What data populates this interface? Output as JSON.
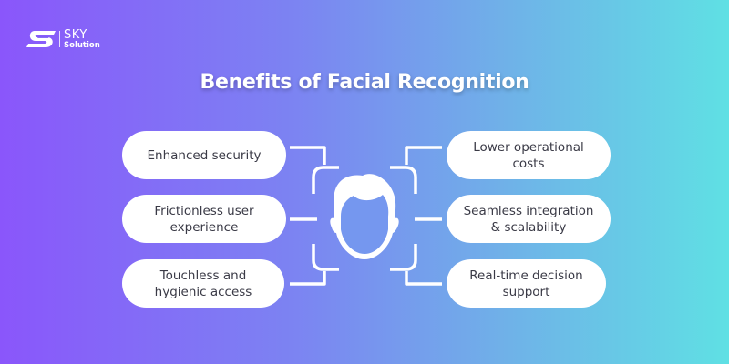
{
  "logo": {
    "brand_top": "SKY",
    "brand_bottom": "Solution",
    "icon": "s-logo-icon"
  },
  "title": "Benefits of Facial Recognition",
  "center_icon": "face-scan-icon",
  "left_benefits": [
    {
      "line1": "Enhanced security",
      "line2": ""
    },
    {
      "line1": "Frictionless user",
      "line2": "experience"
    },
    {
      "line1": "Touchless and",
      "line2": "hygienic access"
    }
  ],
  "right_benefits": [
    {
      "line1": "Lower operational",
      "line2": "costs"
    },
    {
      "line1": "Seamless integration",
      "line2": "& scalability"
    },
    {
      "line1": "Real-time decision",
      "line2": "support"
    }
  ],
  "colors": {
    "gradient_start": "#8a56fb",
    "gradient_end": "#5fe0e4",
    "pill_bg": "#ffffff",
    "pill_text": "#3a3a46"
  }
}
